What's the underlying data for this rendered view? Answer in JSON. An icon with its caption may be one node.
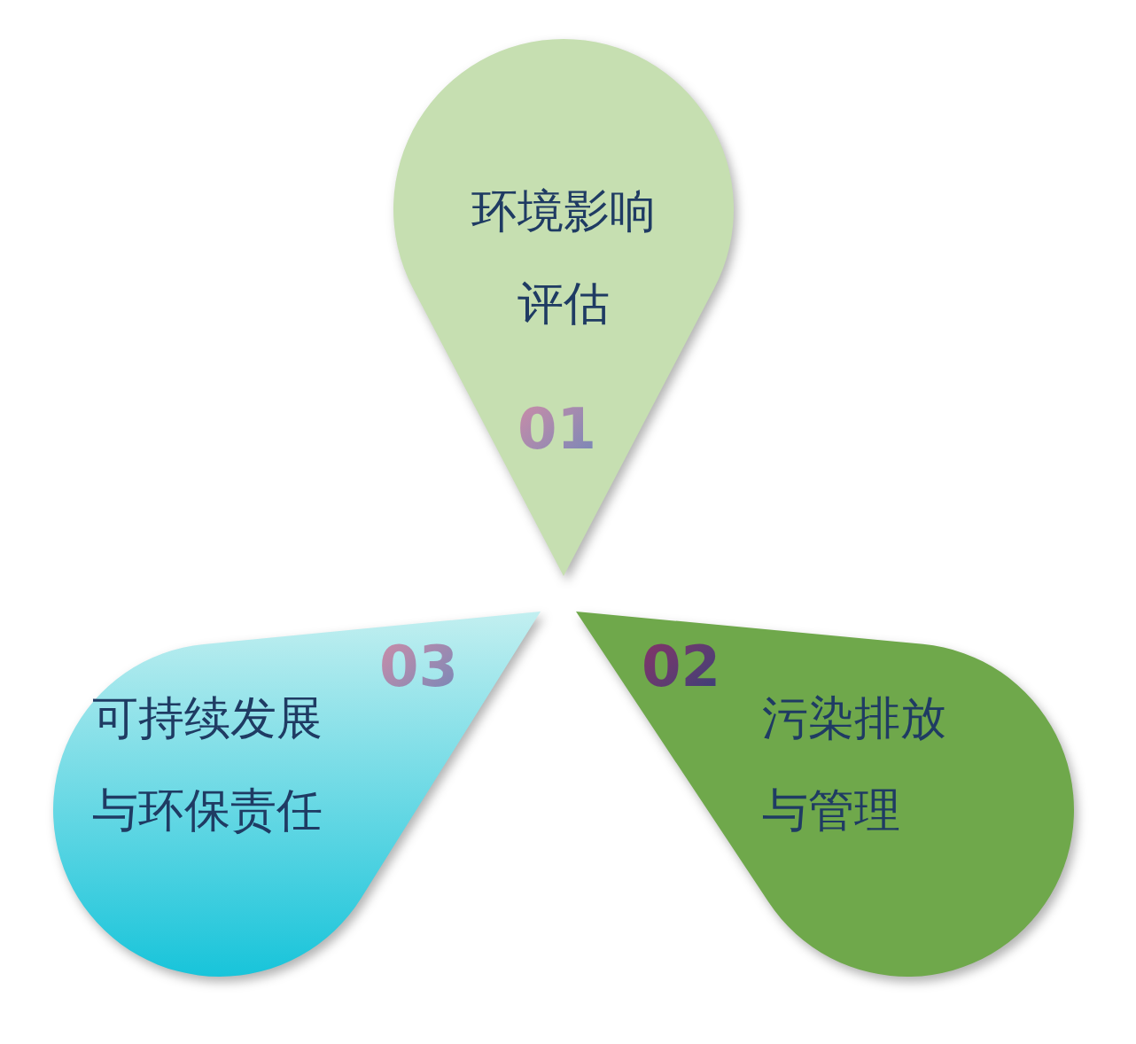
{
  "diagram": {
    "nodes": [
      {
        "text": [
          "环境影响评估",
          "01"
        ]
      },
      {
        "text": [
          "污染排放与管理",
          "02"
        ]
      },
      {
        "text": [
          "可持续发展与环保责任",
          "03"
        ]
      }
    ]
  }
}
